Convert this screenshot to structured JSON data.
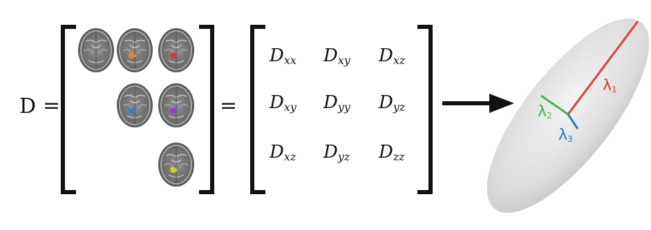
{
  "equation": {
    "lhs": "D",
    "equals_1": "=",
    "equals_2": "="
  },
  "scans": [
    {
      "row": 0,
      "col": 0,
      "highlight": ""
    },
    {
      "row": 0,
      "col": 1,
      "highlight": "#e58a2a"
    },
    {
      "row": 0,
      "col": 2,
      "highlight": "#d23a3a"
    },
    {
      "row": 1,
      "col": 1,
      "highlight": "#2f7fc8"
    },
    {
      "row": 1,
      "col": 2,
      "highlight": "#9b35c9"
    },
    {
      "row": 2,
      "col": 2,
      "highlight": "#d6d62a"
    }
  ],
  "tensor": {
    "rows": [
      [
        {
          "base": "D",
          "sub": "xx"
        },
        {
          "base": "D",
          "sub": "xy"
        },
        {
          "base": "D",
          "sub": "xz"
        }
      ],
      [
        {
          "base": "D",
          "sub": "xy"
        },
        {
          "base": "D",
          "sub": "yy"
        },
        {
          "base": "D",
          "sub": "yz"
        }
      ],
      [
        {
          "base": "D",
          "sub": "xz"
        },
        {
          "base": "D",
          "sub": "yz"
        },
        {
          "base": "D",
          "sub": "zz"
        }
      ]
    ]
  },
  "eigen": {
    "lambda1": {
      "symbol": "λ",
      "sub": "1",
      "color": "#e03a3a"
    },
    "lambda2": {
      "symbol": "λ",
      "sub": "2",
      "color": "#3fb54a"
    },
    "lambda3": {
      "symbol": "λ",
      "sub": "3",
      "color": "#2a78c2"
    }
  }
}
